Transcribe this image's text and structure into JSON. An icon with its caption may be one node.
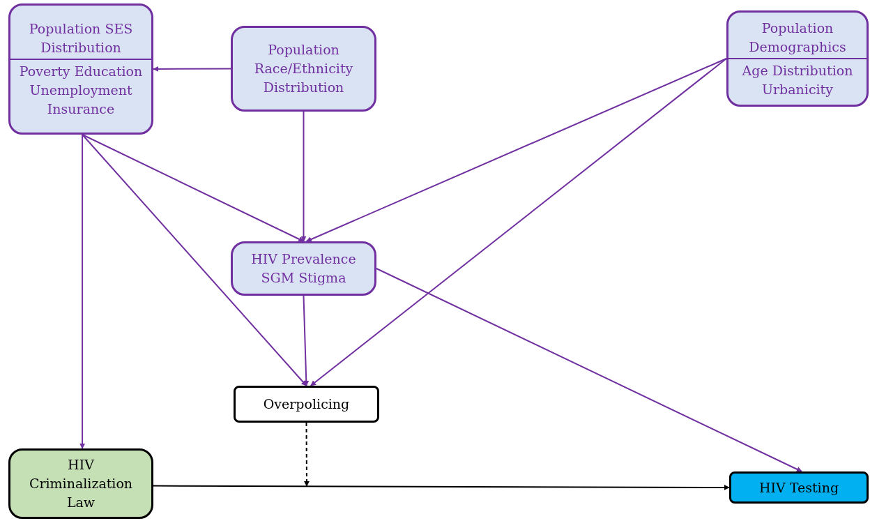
{
  "diagram": {
    "nodes": [
      {
        "text": [
          "Population SES Distribution",
          "Poverty Education Unemployment Insurance"
        ]
      },
      {
        "text": [
          "Population Race/Ethnicity Distribution"
        ]
      },
      {
        "text": [
          "Population Demographics",
          "Age Distribution Urbanicity"
        ]
      },
      {
        "text": [
          "HIV Prevalence SGM Stigma"
        ]
      },
      {
        "text": [
          "Overpolicing"
        ]
      },
      {
        "text": [
          "HIV Criminalization Law"
        ]
      },
      {
        "text": [
          "HIV Testing"
        ]
      }
    ],
    "edges": [
      {
        "from": 1,
        "to": 0,
        "arrow": "to"
      },
      {
        "from": 0,
        "to": 3,
        "arrow": "to"
      },
      {
        "from": 1,
        "to": 3,
        "arrow": "to"
      },
      {
        "from": 2,
        "to": 3,
        "arrow": "to"
      },
      {
        "from": 0,
        "to": 4,
        "arrow": "to"
      },
      {
        "from": 3,
        "to": 4,
        "arrow": "to"
      },
      {
        "from": 2,
        "to": 4,
        "arrow": "to"
      },
      {
        "from": 0,
        "to": 5,
        "arrow": "to"
      },
      {
        "from": 3,
        "to": 6,
        "arrow": "to"
      },
      {
        "from": 5,
        "to": 6,
        "arrow": "to",
        "color": "#000000"
      },
      {
        "from": 4,
        "to": null,
        "arrow": "to",
        "style": "dashed",
        "color": "#000000"
      }
    ]
  }
}
